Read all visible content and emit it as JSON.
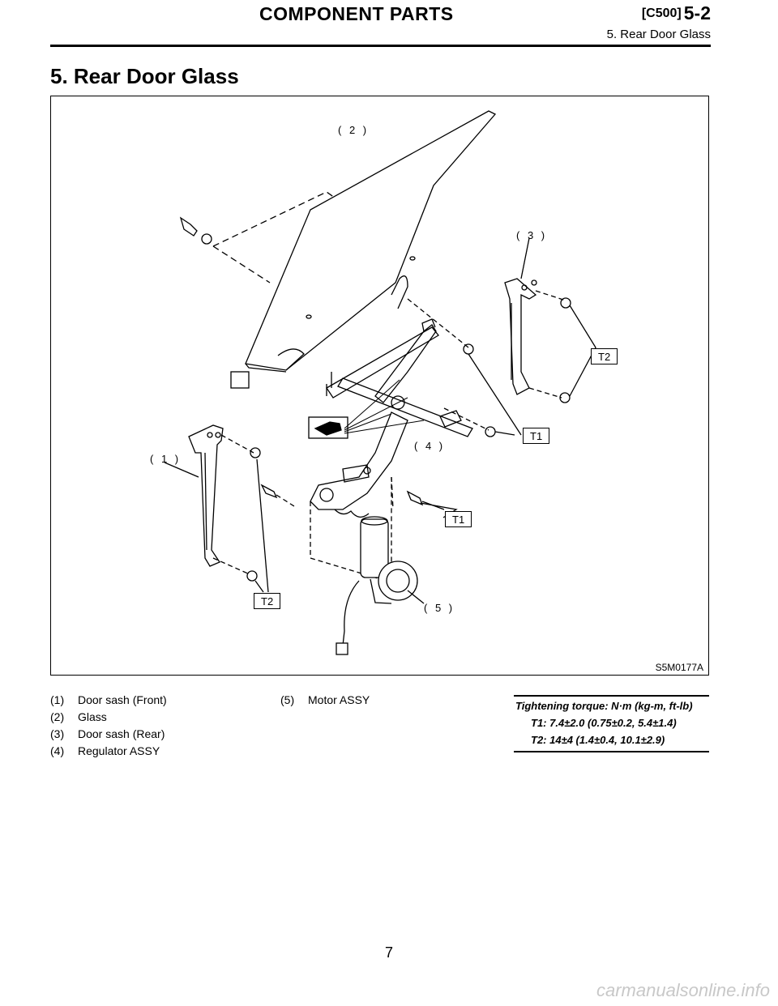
{
  "header": {
    "title": "COMPONENT PARTS",
    "code": "[C500]",
    "section_num": "5-2",
    "subtitle": "5. Rear Door Glass"
  },
  "section_title": "5. Rear Door Glass",
  "figure": {
    "id": "S5M0177A",
    "callouts": {
      "c1": "( 1 )",
      "c2": "( 2 )",
      "c3": "( 3 )",
      "c4": "( 4 )",
      "c5": "( 5 )"
    },
    "torque_labels": {
      "t2_upper": "T2",
      "t1_right": "T1",
      "t1_mid": "T1",
      "t2_lower": "T2"
    }
  },
  "legend": {
    "left": [
      {
        "num": "(1)",
        "text": "Door sash (Front)"
      },
      {
        "num": "(2)",
        "text": "Glass"
      },
      {
        "num": "(3)",
        "text": "Door sash (Rear)"
      },
      {
        "num": "(4)",
        "text": "Regulator ASSY"
      }
    ],
    "right": [
      {
        "num": "(5)",
        "text": "Motor ASSY"
      }
    ]
  },
  "torque_spec": {
    "heading": "Tightening torque: N·m (kg-m, ft-lb)",
    "t1": "T1: 7.4±2.0 (0.75±0.2, 5.4±1.4)",
    "t2": "T2: 14±4 (1.4±0.4, 10.1±2.9)"
  },
  "page_number": "7",
  "watermark": "carmanualsonline.info"
}
